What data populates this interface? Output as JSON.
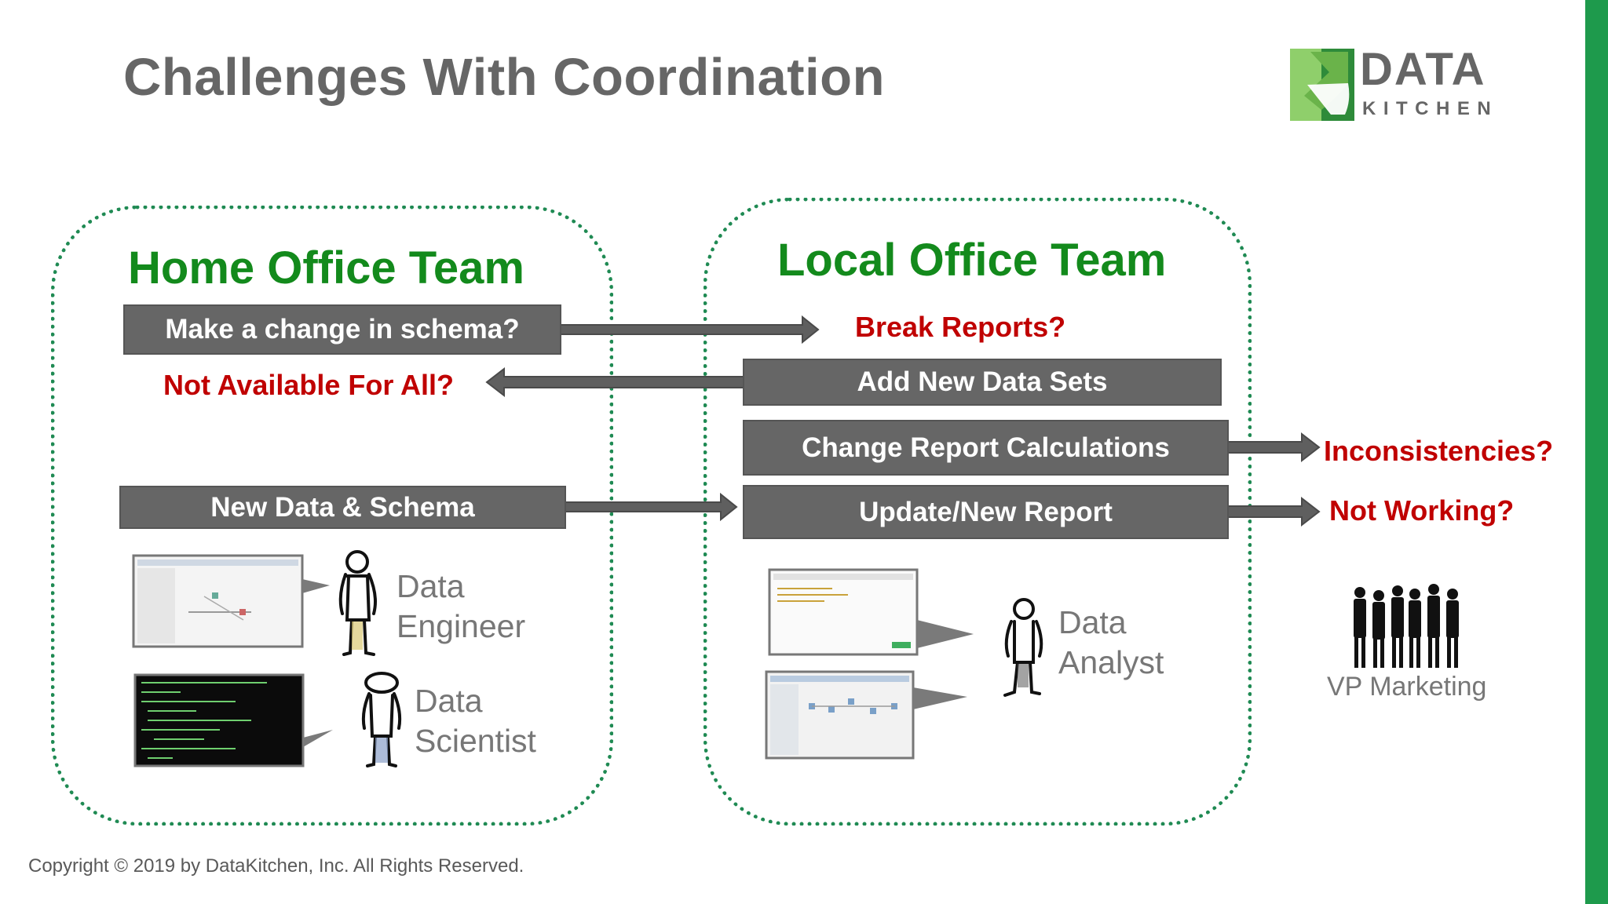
{
  "slide": {
    "title": "Challenges With Coordination",
    "copyright": "Copyright © 2019 by DataKitchen, Inc.  All Rights Reserved."
  },
  "logo": {
    "word1": "DATA",
    "word2": "KITCHEN"
  },
  "home_team": {
    "title": "Home Office Team",
    "make_change": "Make a change in schema?",
    "not_available": "Not Available For All?",
    "new_data": "New Data & Schema",
    "engineer_line1": "Data",
    "engineer_line2": "Engineer",
    "scientist_line1": "Data",
    "scientist_line2": "Scientist"
  },
  "local_team": {
    "title": "Local Office Team",
    "break_reports": "Break Reports?",
    "add_new_data": "Add New Data Sets",
    "change_calc": "Change Report Calculations",
    "update_report": "Update/New Report",
    "analyst_line1": "Data",
    "analyst_line2": "Analyst"
  },
  "outcomes": {
    "inconsistencies": "Inconsistencies?",
    "not_working": "Not Working?",
    "vp_marketing": "VP Marketing"
  },
  "colors": {
    "accent_green": "#138a1c",
    "box_gray": "#666666",
    "question_red": "#c00000",
    "sidebar_green": "#1e9a4c"
  }
}
